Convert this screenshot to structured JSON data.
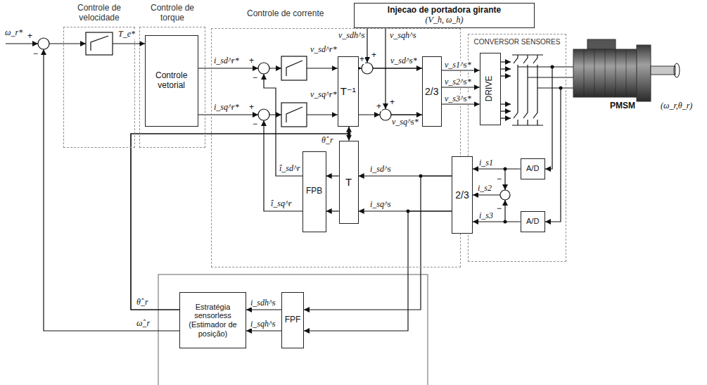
{
  "diagram": {
    "nodes": [
      {
        "text": [
          "Controle de velocidade"
        ]
      },
      {
        "text": [
          "Controle de torque"
        ]
      },
      {
        "text": [
          "Controle vetorial"
        ],
        "in": 1
      },
      {
        "text": [
          "Controle de corrente"
        ]
      },
      {
        "text": [
          "T⁻¹"
        ],
        "in": 3
      },
      {
        "text": [
          "2/3"
        ],
        "in": 3
      },
      {
        "text": [
          "T"
        ],
        "in": 3
      },
      {
        "text": [
          "FPB"
        ],
        "in": 3
      },
      {
        "text": [
          "Injecao de portadora girante",
          "(V_h, ω_h)"
        ]
      },
      {
        "text": [
          "CONVERSOR SENSORES"
        ]
      },
      {
        "text": [
          "DRIVE"
        ],
        "in": 9
      },
      {
        "text": [
          "A/D"
        ],
        "in": 9
      },
      {
        "text": [
          "A/D"
        ],
        "in": 9
      },
      {
        "text": [
          "2/3"
        ]
      },
      {
        "text": [
          "Estratégia sensorless (Estimador de posição)"
        ]
      },
      {
        "text": [
          "FPF"
        ]
      }
    ],
    "edges": [
      {
        "from": 2,
        "to": 4,
        "arrow": "to",
        "label": "i_sd^r*"
      },
      {
        "from": 2,
        "to": 4,
        "arrow": "to",
        "label": "i_sq^r*"
      },
      {
        "from": 8,
        "to": 5,
        "arrow": "to",
        "label": "v_sdh^s"
      },
      {
        "from": 8,
        "to": 5,
        "arrow": "to",
        "label": "v_sqh^s"
      },
      {
        "from": 4,
        "to": 5,
        "arrow": "to",
        "label": "v_sd^s*"
      },
      {
        "from": 4,
        "to": 5,
        "arrow": "to",
        "label": "v_sq^s*"
      },
      {
        "from": 5,
        "to": 10,
        "arrow": "to",
        "label": "v_s1^s*"
      },
      {
        "from": 5,
        "to": 10,
        "arrow": "to",
        "label": "v_s2^s*"
      },
      {
        "from": 5,
        "to": 10,
        "arrow": "to",
        "label": "v_s3^s*"
      },
      {
        "from": 11,
        "to": 13,
        "arrow": "to",
        "label": "i_s1"
      },
      {
        "from": 12,
        "to": 13,
        "arrow": "to",
        "label": "i_s3"
      },
      {
        "from": 13,
        "to": 6,
        "arrow": "to",
        "label": "i_sd^s"
      },
      {
        "from": 13,
        "to": 6,
        "arrow": "to",
        "label": "i_sq^s"
      },
      {
        "from": 13,
        "to": 15,
        "arrow": "to"
      },
      {
        "from": 13,
        "to": 15,
        "arrow": "to"
      },
      {
        "from": 6,
        "to": 7,
        "arrow": "to"
      },
      {
        "from": 6,
        "to": 7,
        "arrow": "to"
      },
      {
        "from": 15,
        "to": 14,
        "arrow": "to",
        "label": "i_sdh^s"
      },
      {
        "from": 15,
        "to": 14,
        "arrow": "to",
        "label": "i_sqh^s"
      },
      {
        "from": 14,
        "to": 4,
        "arrow": "to",
        "label": "θ̂_r"
      },
      {
        "from": 14,
        "to": 6,
        "arrow": "to"
      }
    ],
    "labels": [
      "ω_r*",
      "+",
      "−",
      "T_e*",
      "+",
      "−",
      "+",
      "−",
      "v_sd^r*",
      "v_sq^r*",
      "+",
      "+",
      "+",
      "+",
      "î_sd^r",
      "î_sq^r",
      "θ̂_r",
      "ω̂_r",
      "−",
      "−",
      "i_s2",
      "PMSM",
      "(ω_r,θ_r)"
    ]
  }
}
